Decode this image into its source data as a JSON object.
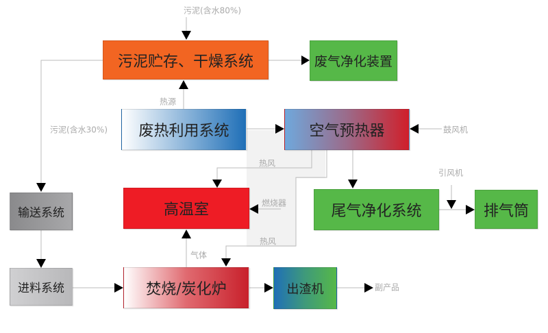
{
  "boxes": {
    "sludge_storage": "污泥贮存、干燥系统",
    "exhaust_purifier": "废气净化装置",
    "waste_heat": "废热利用系统",
    "air_preheater": "空气预热器",
    "high_temp_chamber": "高温室",
    "tail_gas_purification": "尾气净化系统",
    "chimney": "排气筒",
    "conveying": "输送系统",
    "feeding": "进料系统",
    "incinerator": "焚烧/炭化炉",
    "slag_discharger": "出渣机"
  },
  "labels": {
    "sludge_input": "污泥(含水80%)",
    "sludge_dried": "污泥(含水30%)",
    "heat_source": "热源",
    "blower": "鼓风机",
    "hot_air_1": "热风",
    "burner": "燃烧器",
    "hot_air_2": "热风",
    "induced_fan": "引风机",
    "gas": "气体",
    "byproduct": "副产品"
  },
  "colors": {
    "orange": "#f26522",
    "green": "#56b848",
    "red": "#ee1c25",
    "blue": "#1f6fb7",
    "line": "#bbbbbb"
  }
}
